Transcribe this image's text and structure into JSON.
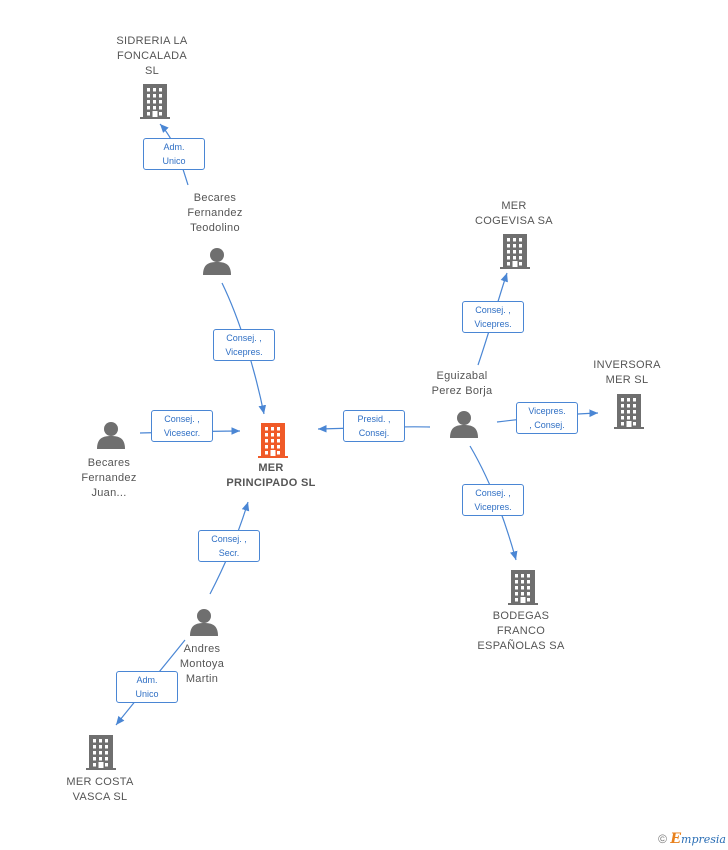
{
  "colors": {
    "edge": "#4a86d4",
    "company": "#6f6f6f",
    "center": "#f05a28",
    "person": "#6f6f6f"
  },
  "nodes": [
    {
      "id": "mer-principado",
      "type": "company",
      "center": true,
      "lines": [
        "MER",
        "PRINCIPADO SL"
      ]
    },
    {
      "id": "sidreria",
      "type": "company",
      "lines": [
        "SIDRERIA LA",
        "FONCALADA",
        "SL"
      ]
    },
    {
      "id": "becares-teodolino",
      "type": "person",
      "lines": [
        "Becares",
        "Fernandez",
        "Teodolino"
      ]
    },
    {
      "id": "mer-cogevisa",
      "type": "company",
      "lines": [
        "MER",
        "COGEVISA SA"
      ]
    },
    {
      "id": "eguizabal",
      "type": "person",
      "lines": [
        "Eguizabal",
        "Perez Borja"
      ]
    },
    {
      "id": "inversora",
      "type": "company",
      "lines": [
        "INVERSORA",
        "MER SL"
      ]
    },
    {
      "id": "becares-juan",
      "type": "person",
      "lines": [
        "Becares",
        "Fernandez",
        "Juan..."
      ]
    },
    {
      "id": "bodegas",
      "type": "company",
      "lines": [
        "BODEGAS",
        "FRANCO",
        "ESPAÑOLAS SA"
      ]
    },
    {
      "id": "andres",
      "type": "person",
      "lines": [
        "Andres",
        "Montoya",
        "Martin"
      ]
    },
    {
      "id": "mer-costa",
      "type": "company",
      "lines": [
        "MER COSTA",
        "VASCA SL"
      ]
    }
  ],
  "edges": [
    {
      "from": "becares-teodolino",
      "to": "sidreria",
      "label": [
        "Adm.",
        "Unico"
      ]
    },
    {
      "from": "becares-teodolino",
      "to": "mer-principado",
      "label": [
        "Consej. ,",
        "Vicepres."
      ]
    },
    {
      "from": "becares-juan",
      "to": "mer-principado",
      "label": [
        "Consej. ,",
        "Vicesecr."
      ]
    },
    {
      "from": "eguizabal",
      "to": "mer-principado",
      "label": [
        "Presid. ,",
        "Consej."
      ]
    },
    {
      "from": "eguizabal",
      "to": "mer-cogevisa",
      "label": [
        "Consej. ,",
        "Vicepres."
      ]
    },
    {
      "from": "eguizabal",
      "to": "inversora",
      "label": [
        "Vicepres.",
        ", Consej."
      ]
    },
    {
      "from": "eguizabal",
      "to": "bodegas",
      "label": [
        "Consej. ,",
        "Vicepres."
      ]
    },
    {
      "from": "andres",
      "to": "mer-principado",
      "label": [
        "Consej. ,",
        "Secr."
      ]
    },
    {
      "from": "andres",
      "to": "mer-costa",
      "label": [
        "Adm.",
        "Unico"
      ]
    }
  ],
  "footer": {
    "copyright": "©",
    "brand_first": "E",
    "brand_rest": "mpresia"
  }
}
